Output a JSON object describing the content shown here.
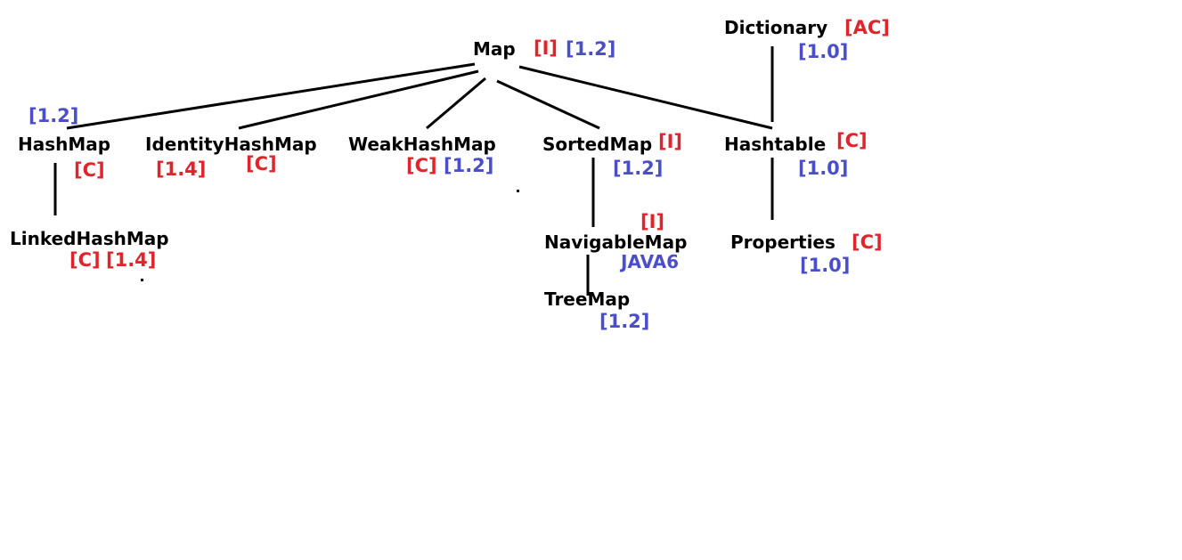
{
  "colors": {
    "name": "#000000",
    "type": "#e0242c",
    "version": "#4a4ec8",
    "line": "#000000"
  },
  "nodes": {
    "map": {
      "name": "Map",
      "type": "[I]",
      "version": "[1.2]"
    },
    "dictionary": {
      "name": "Dictionary",
      "type": "[AC]",
      "version": "[1.0]"
    },
    "hashmap": {
      "name": "HashMap",
      "type": "[C]",
      "version": "[1.2]"
    },
    "identity": {
      "name": "IdentityHashMap",
      "type": "[C]",
      "version": "[1.4]"
    },
    "weak": {
      "name": "WeakHashMap",
      "type": "[C]",
      "version": "[1.2]"
    },
    "sorted": {
      "name": "SortedMap",
      "type": "[I]",
      "version": "[1.2]"
    },
    "hashtable": {
      "name": "Hashtable",
      "type": "[C]",
      "version": "[1.0]"
    },
    "linked": {
      "name": "LinkedHashMap",
      "type": "[C]",
      "version": "[1.4]"
    },
    "navigable": {
      "name": "NavigableMap",
      "type": "[I]",
      "version": "JAVA6"
    },
    "properties": {
      "name": "Properties",
      "type": "[C]",
      "version": "[1.0]"
    },
    "treemap": {
      "name": "TreeMap",
      "type": "",
      "version": "[1.2]"
    }
  }
}
